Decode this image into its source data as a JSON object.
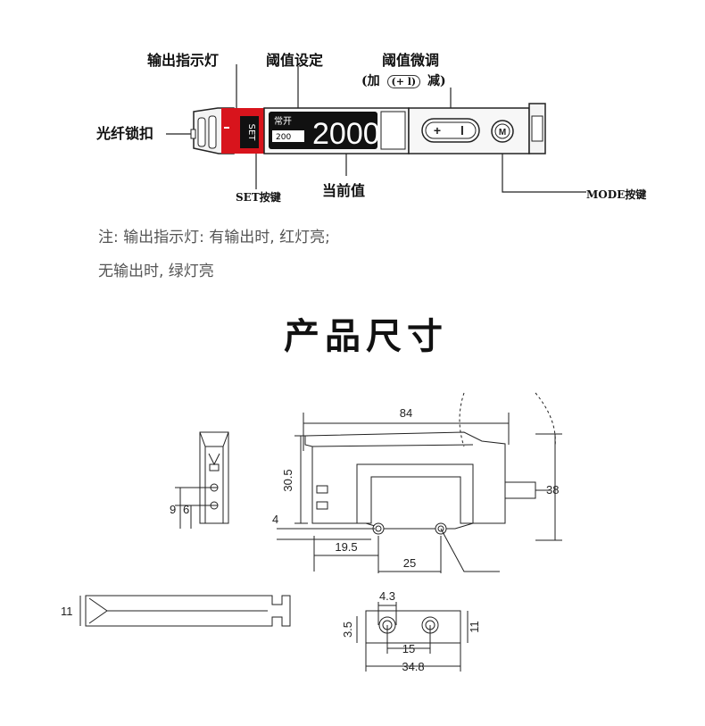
{
  "callouts": {
    "output_indicator": "输出指示灯",
    "threshold_setting": "阈值设定",
    "fine_tune": "阈值微调",
    "fine_tune_hint_left": "(加",
    "fine_tune_hint_symbol": "(+ l)",
    "fine_tune_hint_right": "减)",
    "fiber_lock": "光纤锁扣",
    "set_key": "SET按键",
    "current_value": "当前值",
    "mode_key": "MODE按键"
  },
  "device": {
    "mode_label": "常开",
    "threshold_value": "200",
    "current_value": "2000",
    "set_side_label": "SET",
    "mode_button_glyph": "M",
    "plus_glyph": "+",
    "minus_glyph": "l"
  },
  "notes": {
    "line1": "注: 输出指示灯: 有输出时, 红灯亮;",
    "line2": "无输出时, 绿灯亮"
  },
  "section": {
    "title": "产品尺寸"
  },
  "dimensions": {
    "length": "84",
    "height": "30.5",
    "depth": "38",
    "base_offset": "4",
    "hole_offset": "19.5",
    "hole_pitch": "25",
    "side_a": "9",
    "side_b": "6",
    "thickness": "11",
    "bottom_hole": "4.3",
    "bottom_height": "3.5",
    "bottom_pitch": "15",
    "bottom_length": "34.8",
    "bottom_thickness": "11"
  },
  "colors": {
    "indicator_red": "#d8141c",
    "lcd_black": "#111111",
    "line": "#222222"
  }
}
